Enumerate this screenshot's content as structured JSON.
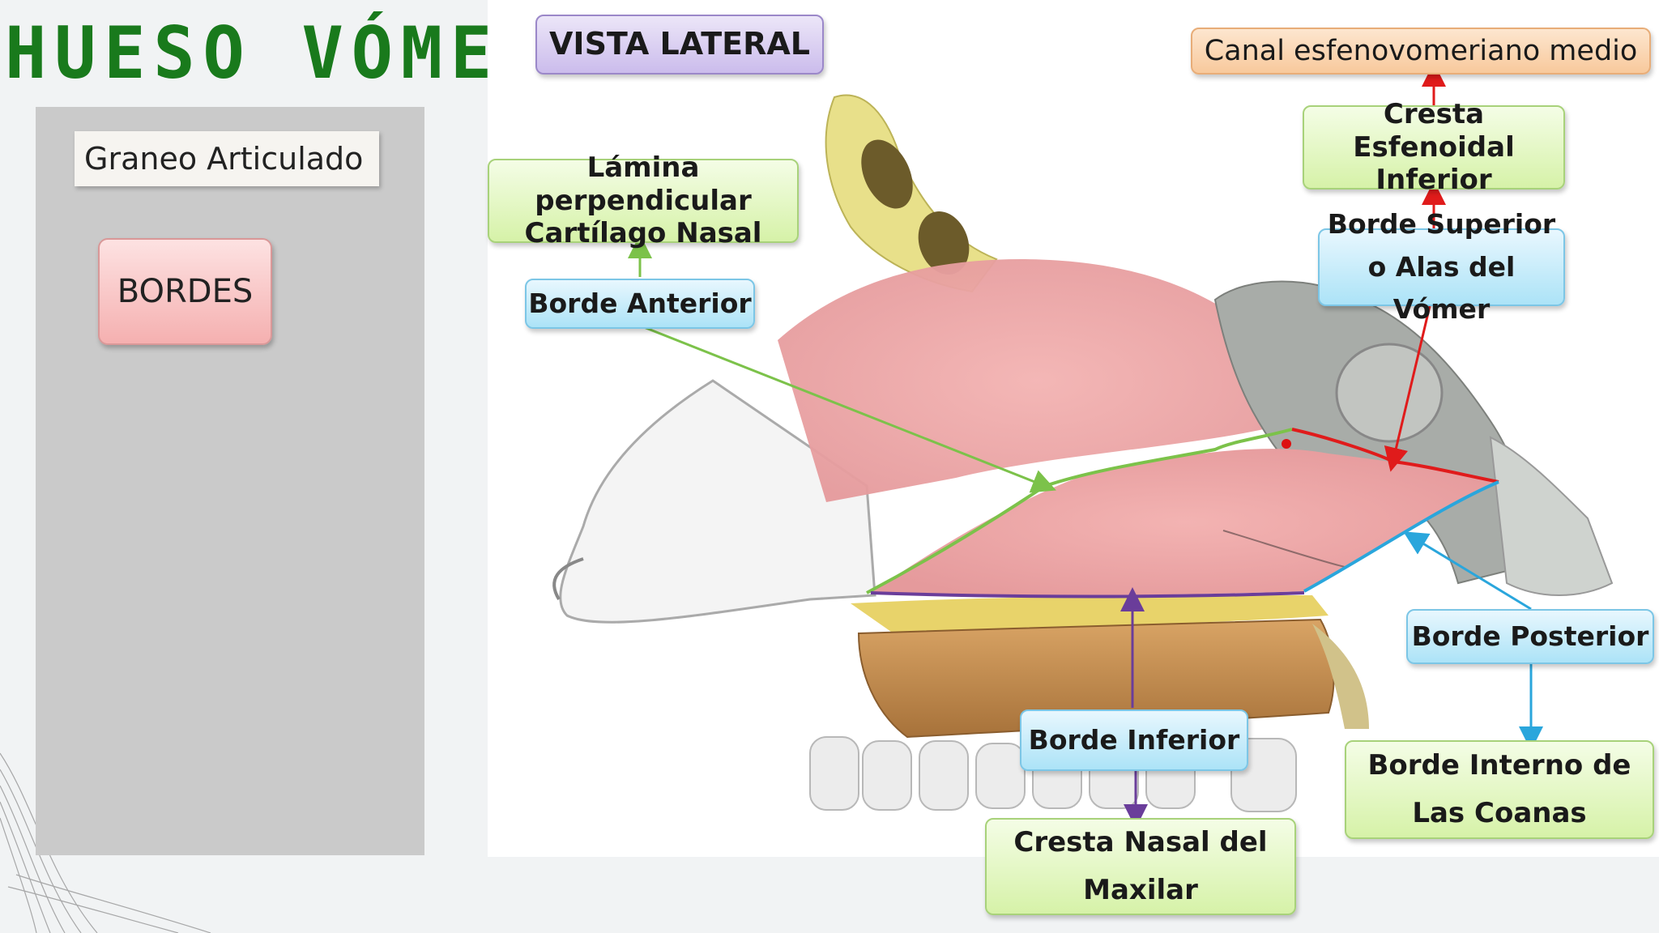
{
  "title": "HUESO VÓMER",
  "sidebar": {
    "graneo_label": "Graneo Articulado",
    "bordes_button": "BORDES"
  },
  "view_label": "VISTA LATERAL",
  "labels": {
    "canal": "Canal esfenovomeriano medio",
    "cresta_esfenoidal": "Cresta Esfenoidal Inferior",
    "borde_superior": "Borde Superior o Alas del Vómer",
    "lamina": "Lámina perpendicular Cartílago Nasal",
    "borde_anterior": "Borde Anterior",
    "borde_posterior": "Borde Posterior",
    "borde_interno": "Borde Interno de Las Coanas",
    "borde_inferior": "Borde Inferior",
    "cresta_nasal": "Cresta Nasal del Maxilar"
  },
  "colors": {
    "title_green": "#197a1c",
    "anterior_edge": "#7cc24a",
    "superior_edge": "#e01b1b",
    "posterior_edge": "#2aa6dc",
    "inferior_edge": "#6a3d9a"
  }
}
